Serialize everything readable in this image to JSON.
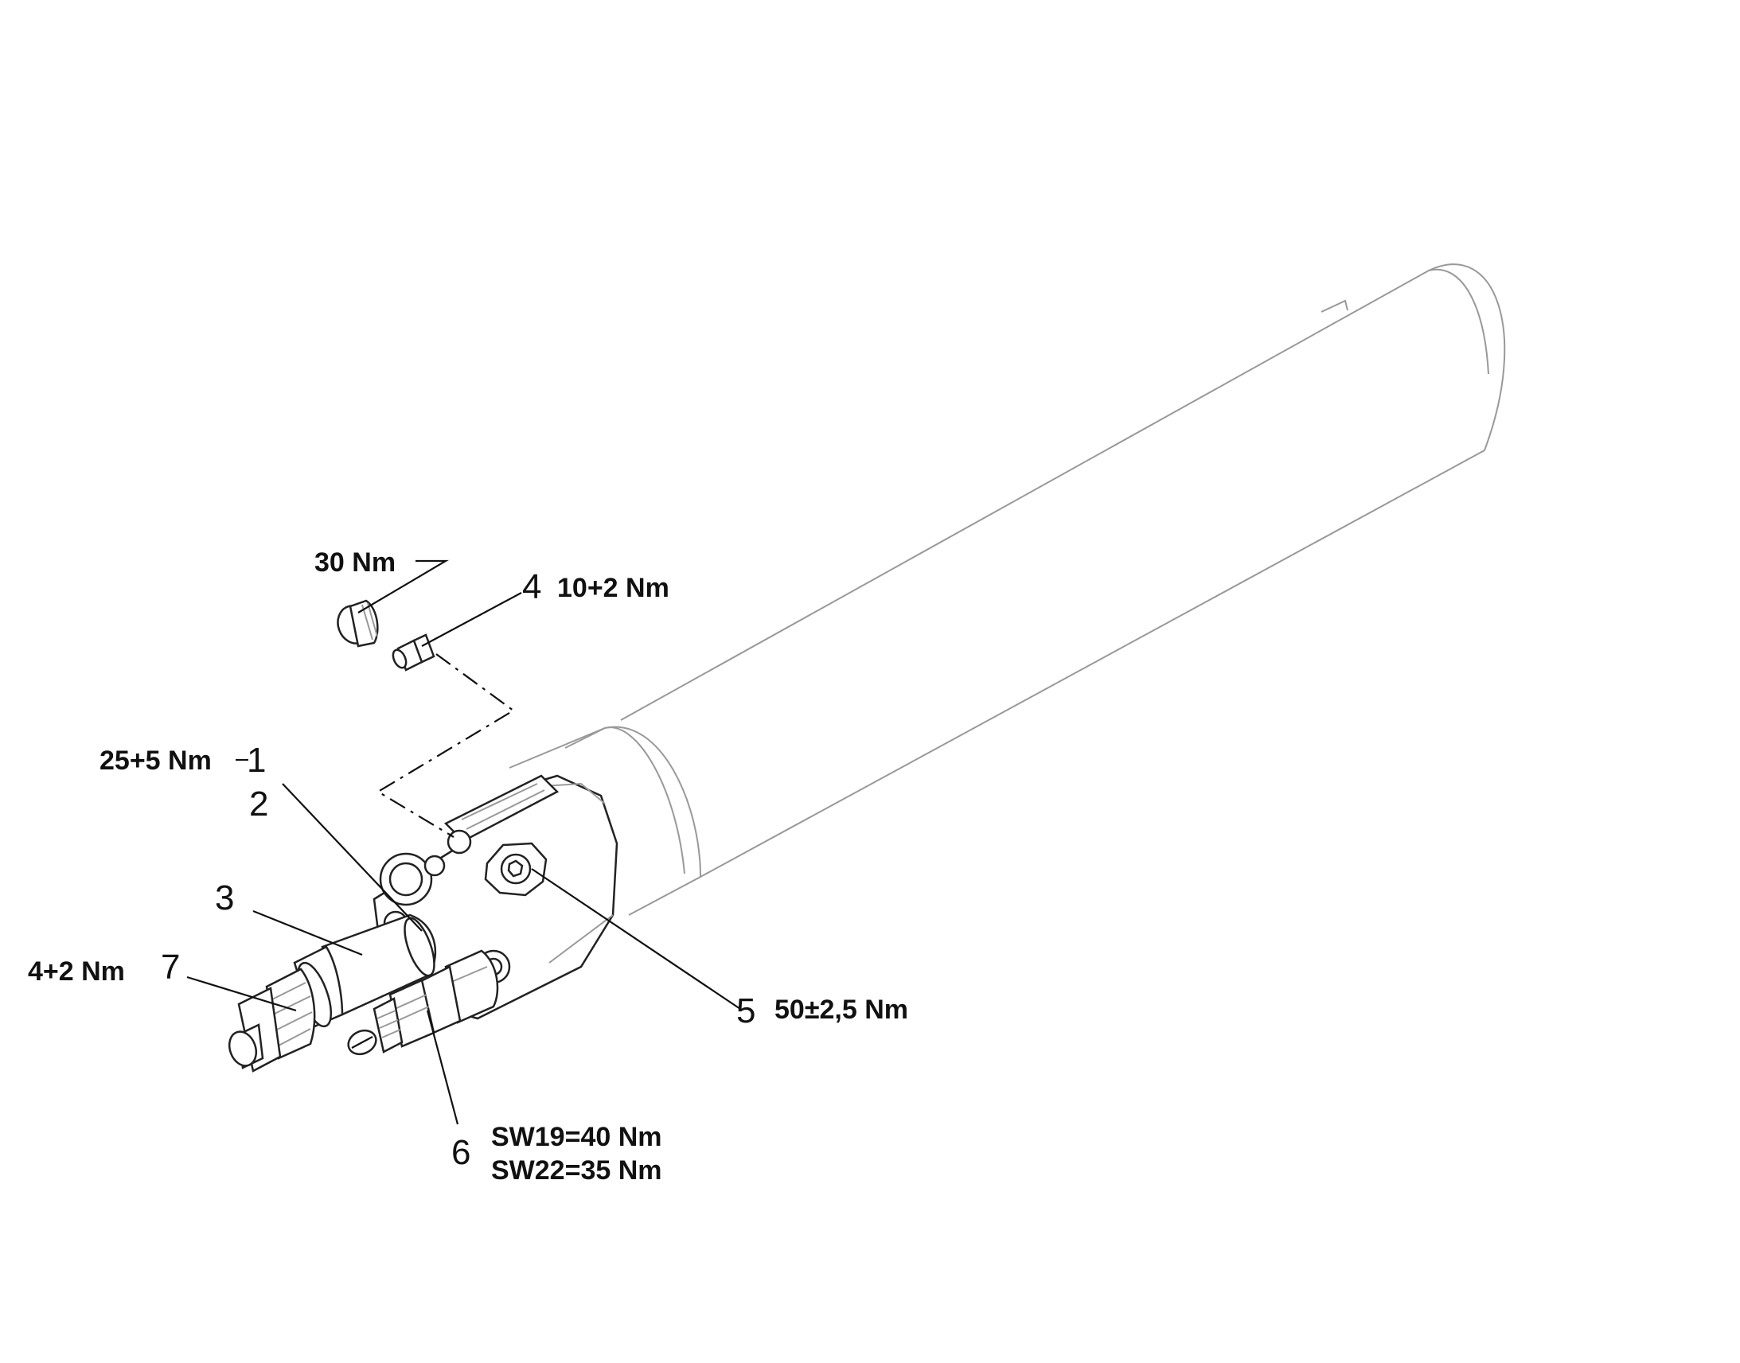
{
  "callouts": {
    "c1": {
      "number": "1",
      "torque": "25+5 Nm"
    },
    "c2": {
      "number": "2"
    },
    "c3": {
      "number": "3"
    },
    "c4": {
      "number": "4",
      "torque": "10+2 Nm"
    },
    "c5": {
      "number": "5",
      "torque": "50±2,5 Nm"
    },
    "c6": {
      "number": "6",
      "torque_a": "SW19=40 Nm",
      "torque_b": "SW22=35 Nm"
    },
    "c7": {
      "number": "7",
      "torque": "4+2 Nm"
    },
    "plug": {
      "torque": "30 Nm"
    }
  }
}
